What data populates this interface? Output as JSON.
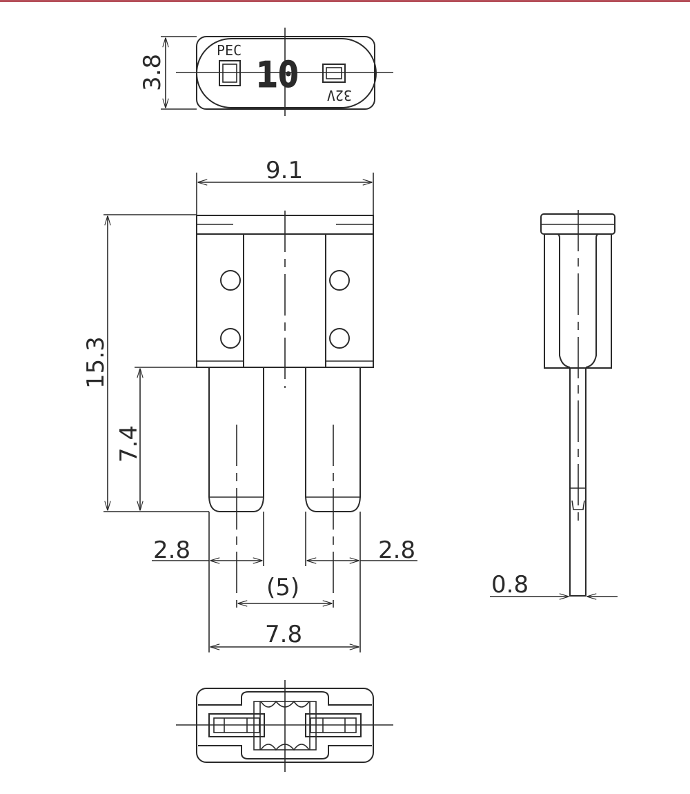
{
  "drawing": {
    "title": "Micro2 blade fuse dimension drawing",
    "accent_color": "#b5505a",
    "line_color": "#2a2a2a"
  },
  "top_view": {
    "brand_text": "PEC",
    "rating_text": "10",
    "voltage_text": "32V",
    "height_dim": "3.8"
  },
  "front_view": {
    "width_dim": "9.1",
    "total_height_dim": "15.3",
    "blade_length_dim": "7.4",
    "left_blade_width_dim": "2.8",
    "right_blade_width_dim": "2.8",
    "blade_pitch_dim": "(5)",
    "overall_blade_span_dim": "7.8"
  },
  "side_view": {
    "blade_thickness_dim": "0.8"
  }
}
